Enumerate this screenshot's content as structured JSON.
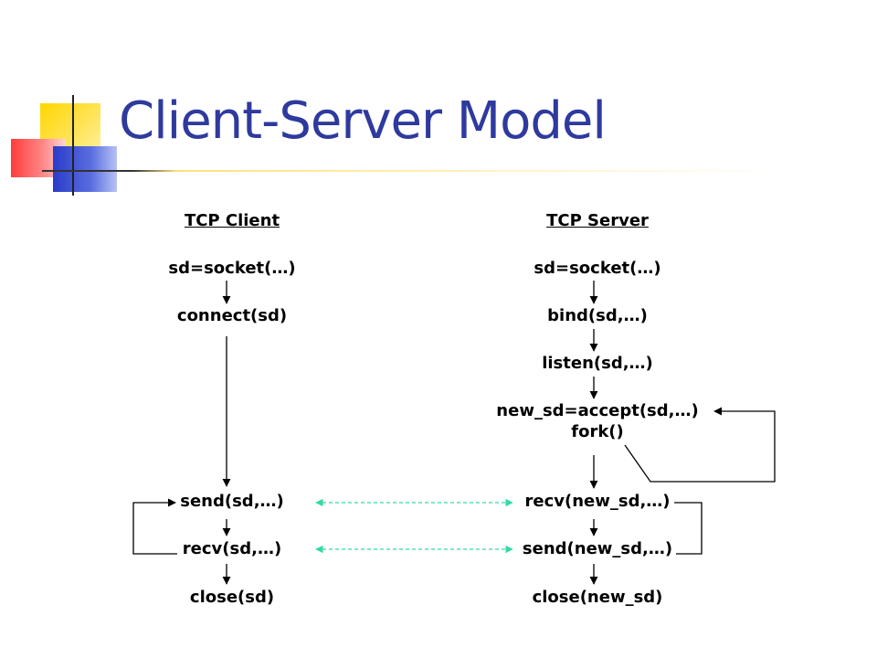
{
  "slide": {
    "title": "Client-Server Model"
  },
  "client": {
    "header": "TCP Client",
    "steps": [
      "sd=socket(…)",
      "connect(sd)",
      "send(sd,…)",
      "recv(sd,…)",
      "close(sd)"
    ]
  },
  "server": {
    "header": "TCP Server",
    "steps": [
      "sd=socket(…)",
      "bind(sd,…)",
      "listen(sd,…)",
      "new_sd=accept(sd,…)",
      "fork()",
      "recv(new_sd,…)",
      "send(new_sd,…)",
      "close(new_sd)"
    ]
  },
  "colors": {
    "title": "#2e3a9e",
    "data_exchange_arrows": "#33d9a6",
    "flow_arrows": "#000000"
  }
}
